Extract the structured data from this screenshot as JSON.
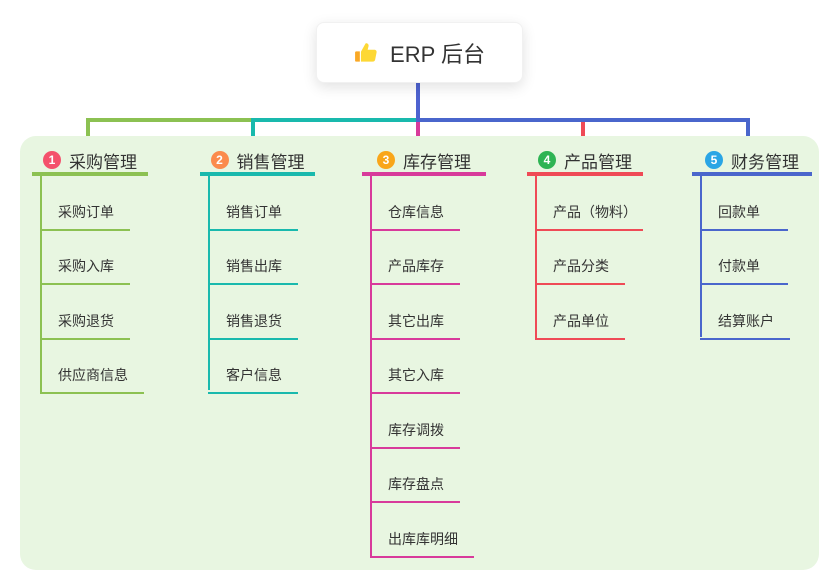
{
  "root": {
    "label": "ERP 后台",
    "icon": "thumbs-up-icon"
  },
  "branches": [
    {
      "badge": "1",
      "title": "采购管理",
      "badge_color": "#f4516c",
      "line_color": "#8cc152",
      "children": [
        "采购订单",
        "采购入库",
        "采购退货",
        "供应商信息"
      ]
    },
    {
      "badge": "2",
      "title": "销售管理",
      "badge_color": "#fb8b4c",
      "line_color": "#19b9ad",
      "children": [
        "销售订单",
        "销售出库",
        "销售退货",
        "客户信息"
      ]
    },
    {
      "badge": "3",
      "title": "库存管理",
      "badge_color": "#f9a61a",
      "line_color": "#d83a9b",
      "children": [
        "仓库信息",
        "产品库存",
        "其它出库",
        "其它入库",
        "库存调拨",
        "库存盘点",
        "出库库明细"
      ]
    },
    {
      "badge": "4",
      "title": "产品管理",
      "badge_color": "#2eb454",
      "line_color": "#ef4a56",
      "children": [
        "产品（物料）",
        "产品分类",
        "产品单位"
      ]
    },
    {
      "badge": "5",
      "title": "财务管理",
      "badge_color": "#2aa5e5",
      "line_color": "#4a66cc",
      "children": [
        "回款单",
        "付款单",
        "结算账户"
      ]
    }
  ],
  "colors": {
    "canvas_bg": "#ffffff",
    "panel_bg": "#e8f6e1",
    "root_connector": "#4e63d0",
    "text": "#333333"
  }
}
